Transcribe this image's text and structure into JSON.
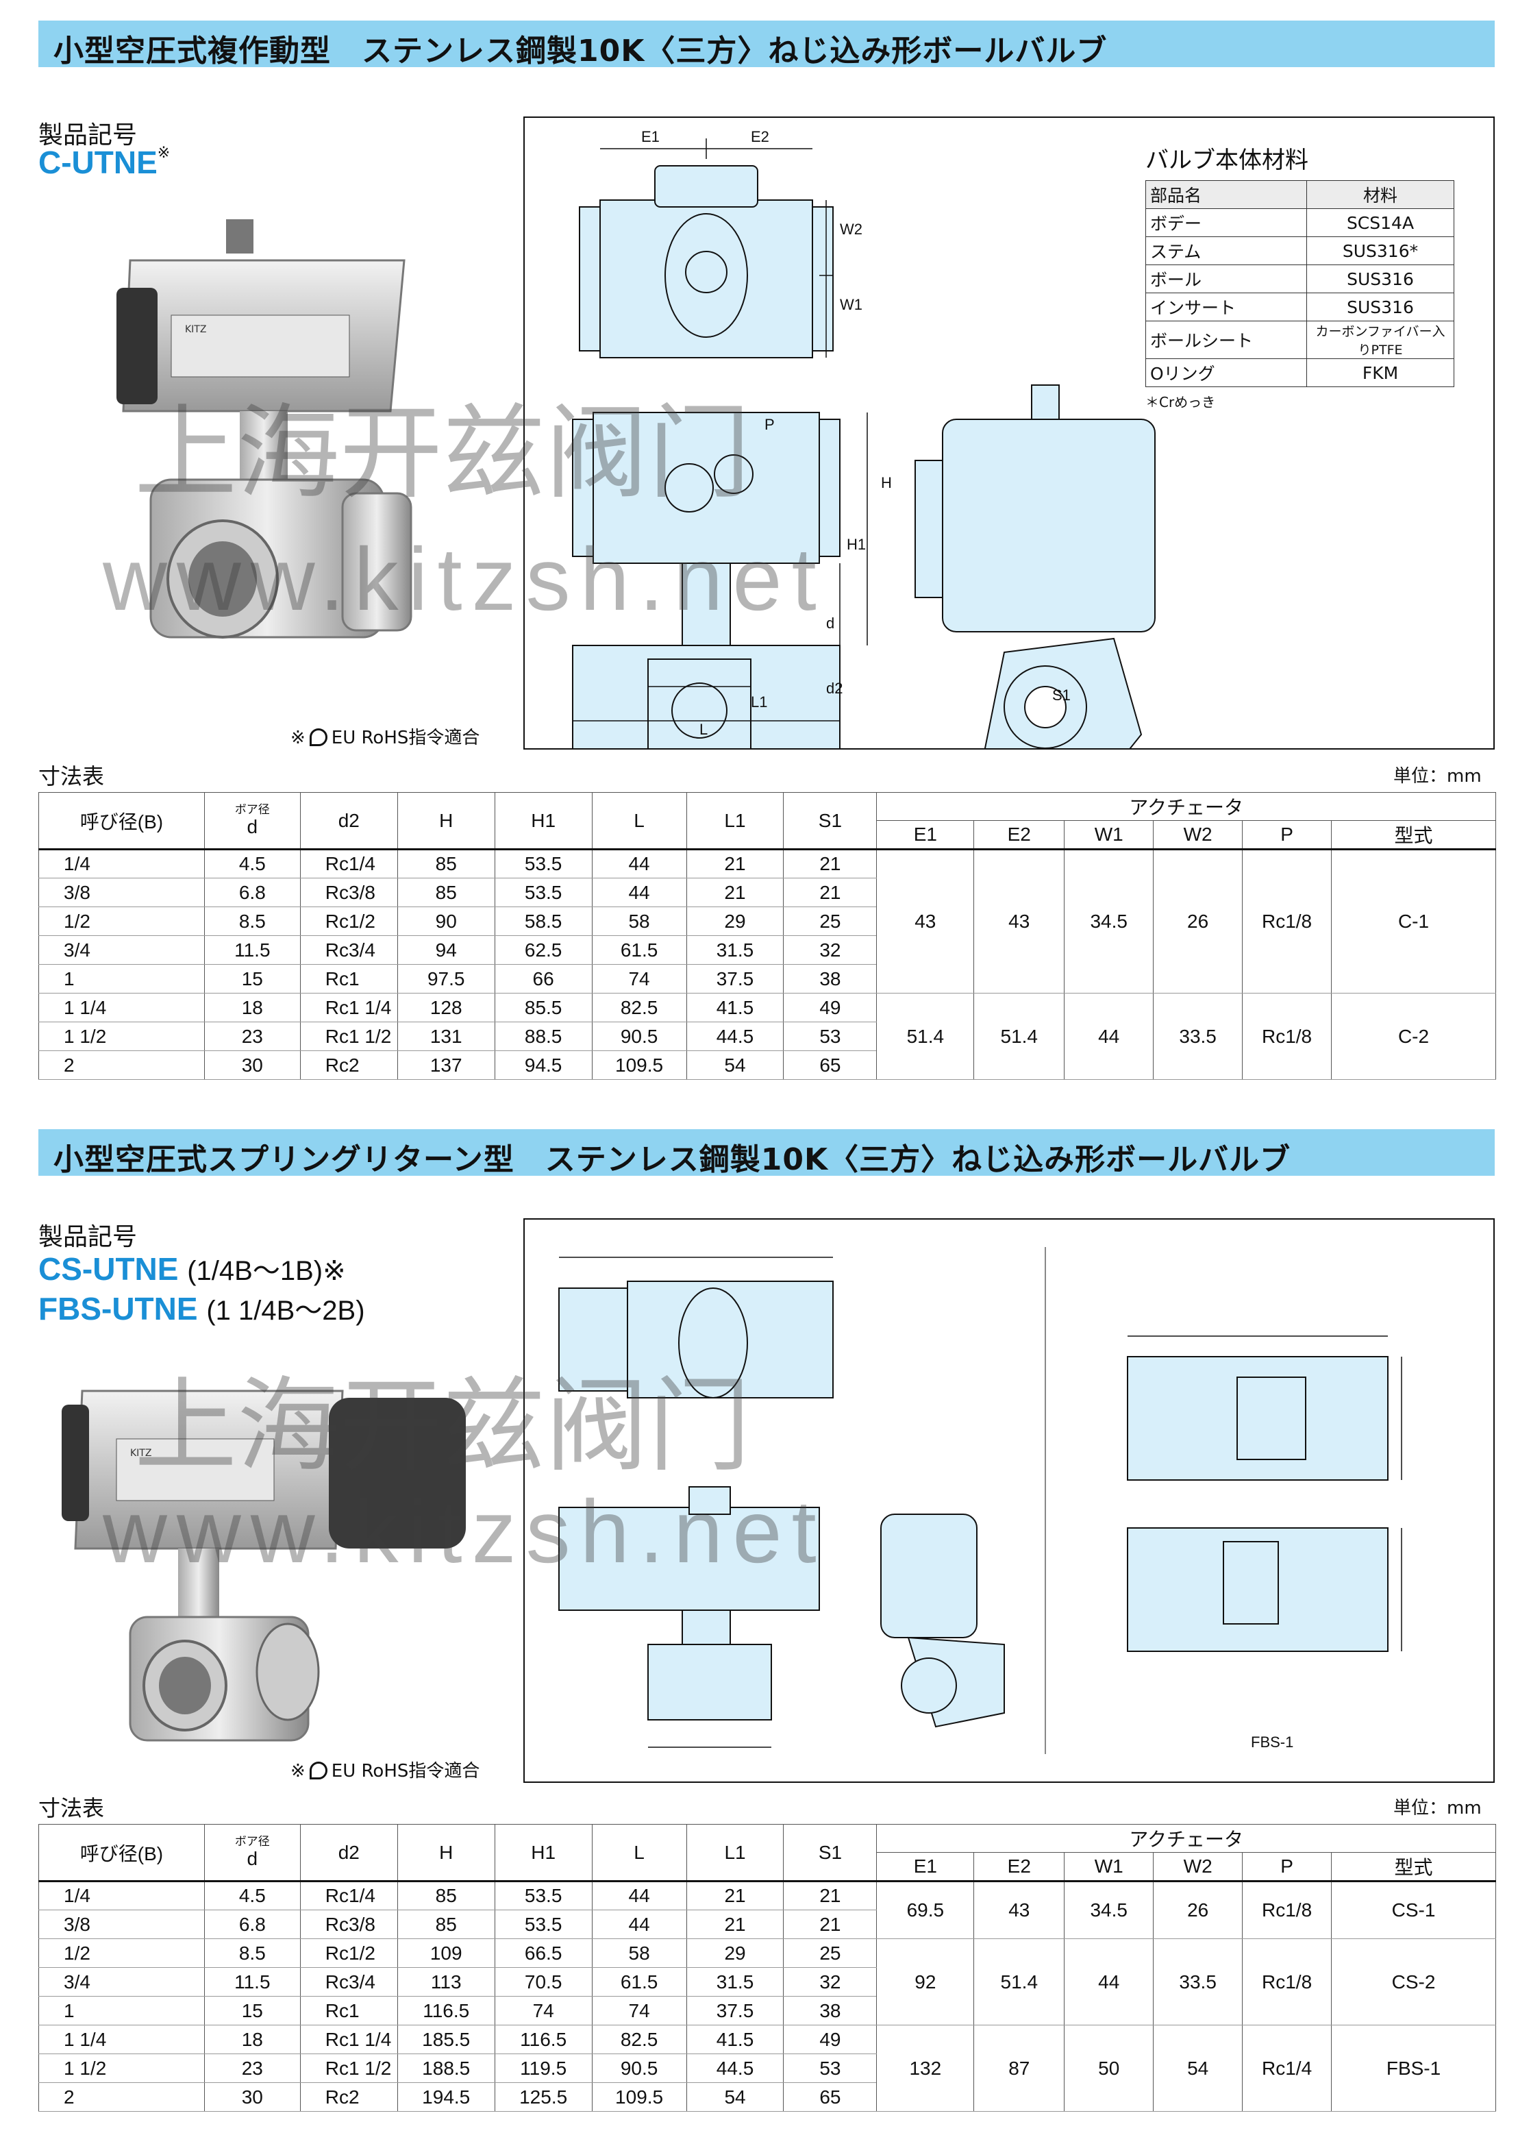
{
  "section1": {
    "banner": "小型空圧式複作動型　ステンレス鋼製10K〈三方〉ねじ込み形ボールバルブ",
    "product_label": "製品記号",
    "product_code": "C-UTNE",
    "product_code_mark": "※",
    "rohs_prefix": "※",
    "rohs_text": "EU RoHS指令適合",
    "drawing_labels": [
      "E1",
      "E2",
      "W2",
      "W1",
      "P",
      "H",
      "H1",
      "d",
      "L1",
      "d2",
      "L",
      "S1"
    ],
    "materials": {
      "title": "バルブ本体材料",
      "headers": [
        "部品名",
        "材料"
      ],
      "rows": [
        [
          "ボデー",
          "SCS14A"
        ],
        [
          "ステム",
          "SUS316*"
        ],
        [
          "ボール",
          "SUS316"
        ],
        [
          "インサート",
          "SUS316"
        ],
        [
          "ボールシート",
          "カーボンファイバー入りPTFE"
        ],
        [
          "Oリング",
          "FKM"
        ]
      ],
      "note": "＊Crめっき"
    },
    "table_title": "寸法表",
    "unit": "単位：mm",
    "headers": {
      "nominal": "呼び径(B)",
      "bore_small": "ボア径",
      "d": "d",
      "d2": "d2",
      "H": "H",
      "H1": "H1",
      "L": "L",
      "L1": "L1",
      "S1": "S1",
      "actuator": "アクチェータ",
      "E1": "E1",
      "E2": "E2",
      "W1": "W1",
      "W2": "W2",
      "P": "P",
      "type": "型式"
    },
    "rows": [
      [
        "1/4",
        "4.5",
        "Rc1/4",
        "85",
        "53.5",
        "44",
        "21",
        "21"
      ],
      [
        "3/8",
        "6.8",
        "Rc3/8",
        "85",
        "53.5",
        "44",
        "21",
        "21"
      ],
      [
        "1/2",
        "8.5",
        "Rc1/2",
        "90",
        "58.5",
        "58",
        "29",
        "25"
      ],
      [
        "3/4",
        "11.5",
        "Rc3/4",
        "94",
        "62.5",
        "61.5",
        "31.5",
        "32"
      ],
      [
        "1",
        "15",
        "Rc1",
        "97.5",
        "66",
        "74",
        "37.5",
        "38"
      ],
      [
        "1 1/4",
        "18",
        "Rc1 1/4",
        "128",
        "85.5",
        "82.5",
        "41.5",
        "49"
      ],
      [
        "1 1/2",
        "23",
        "Rc1 1/2",
        "131",
        "88.5",
        "90.5",
        "44.5",
        "53"
      ],
      [
        "2",
        "30",
        "Rc2",
        "137",
        "94.5",
        "109.5",
        "54",
        "65"
      ]
    ],
    "actuators": [
      {
        "E1": "43",
        "E2": "43",
        "W1": "34.5",
        "W2": "26",
        "P": "Rc1/8",
        "type": "C-1"
      },
      {
        "E1": "51.4",
        "E2": "51.4",
        "W1": "44",
        "W2": "33.5",
        "P": "Rc1/8",
        "type": "C-2"
      }
    ]
  },
  "section2": {
    "banner": "小型空圧式スプリングリターン型　ステンレス鋼製10K〈三方〉ねじ込み形ボールバルブ",
    "product_label": "製品記号",
    "code1": "CS-UTNE",
    "code1_range": "(1/4B～1B)※",
    "code2": "FBS-UTNE",
    "code2_range": "(1 1/4B～2B)",
    "rohs_prefix": "※",
    "rohs_text": "EU RoHS指令適合",
    "fbs_label": "FBS-1",
    "table_title": "寸法表",
    "unit": "単位：mm",
    "rows": [
      [
        "1/4",
        "4.5",
        "Rc1/4",
        "85",
        "53.5",
        "44",
        "21",
        "21"
      ],
      [
        "3/8",
        "6.8",
        "Rc3/8",
        "85",
        "53.5",
        "44",
        "21",
        "21"
      ],
      [
        "1/2",
        "8.5",
        "Rc1/2",
        "109",
        "66.5",
        "58",
        "29",
        "25"
      ],
      [
        "3/4",
        "11.5",
        "Rc3/4",
        "113",
        "70.5",
        "61.5",
        "31.5",
        "32"
      ],
      [
        "1",
        "15",
        "Rc1",
        "116.5",
        "74",
        "74",
        "37.5",
        "38"
      ],
      [
        "1 1/4",
        "18",
        "Rc1 1/4",
        "185.5",
        "116.5",
        "82.5",
        "41.5",
        "49"
      ],
      [
        "1 1/2",
        "23",
        "Rc1 1/2",
        "188.5",
        "119.5",
        "90.5",
        "44.5",
        "53"
      ],
      [
        "2",
        "30",
        "Rc2",
        "194.5",
        "125.5",
        "109.5",
        "54",
        "65"
      ]
    ],
    "actuators": [
      {
        "E1": "69.5",
        "E2": "43",
        "W1": "34.5",
        "W2": "26",
        "P": "Rc1/8",
        "type": "CS-1"
      },
      {
        "E1": "92",
        "E2": "51.4",
        "W1": "44",
        "W2": "33.5",
        "P": "Rc1/8",
        "type": "CS-2"
      },
      {
        "E1": "132",
        "E2": "87",
        "W1": "50",
        "W2": "54",
        "P": "Rc1/4",
        "type": "FBS-1"
      }
    ]
  },
  "watermark": {
    "chars": "上海开兹阀门",
    "url": "www.kitzsh.net"
  },
  "colors": {
    "banner": "#8fd3f1",
    "accent": "#1a8fd6",
    "drawing_fill": "#d8effa"
  }
}
